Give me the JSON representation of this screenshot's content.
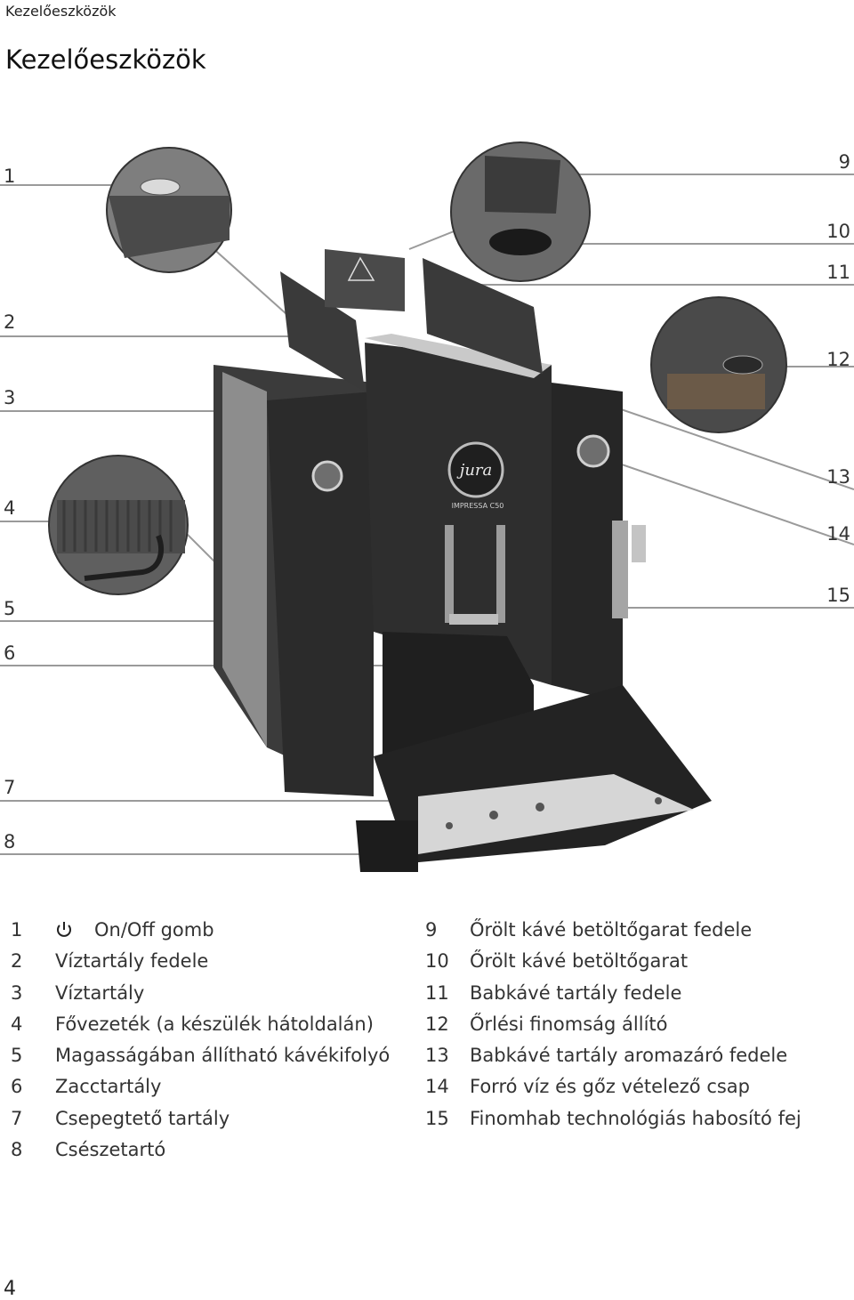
{
  "header": {
    "running_head": "Kezelőeszközök",
    "title": "Kezelőeszközök"
  },
  "figure": {
    "brand_logo": "jura",
    "model_label": "IMPRESSA C50",
    "callouts_left": [
      "1",
      "2",
      "3",
      "4",
      "5",
      "6",
      "7",
      "8"
    ],
    "callouts_right": [
      "9",
      "10",
      "11",
      "12",
      "13",
      "14",
      "15"
    ]
  },
  "legend": {
    "left": [
      {
        "num": "1",
        "icon": "power-icon",
        "text": "On/Off gomb"
      },
      {
        "num": "2",
        "text": "Víztartály fedele"
      },
      {
        "num": "3",
        "text": "Víztartály"
      },
      {
        "num": "4",
        "text": "Fővezeték (a készülék hátoldalán)"
      },
      {
        "num": "5",
        "text": "Magasságában állítható kávékifolyó"
      },
      {
        "num": "6",
        "text": "Zacctartály"
      },
      {
        "num": "7",
        "text": "Csepegtető tartály"
      },
      {
        "num": "8",
        "text": "Csészetartó"
      }
    ],
    "right": [
      {
        "num": "9",
        "text": "Őrölt kávé betöltőgarat fedele"
      },
      {
        "num": "10",
        "text": "Őrölt kávé betöltőgarat"
      },
      {
        "num": "11",
        "text": "Babkávé tartály fedele"
      },
      {
        "num": "12",
        "text": "Őrlési finomság állító"
      },
      {
        "num": "13",
        "text": "Babkávé tartály aromazáró fedele"
      },
      {
        "num": "14",
        "text": "Forró víz és gőz vételező csap"
      },
      {
        "num": "15",
        "text": "Finomhab technológiás habosító fej"
      }
    ]
  },
  "footer": {
    "page_number": "4"
  }
}
